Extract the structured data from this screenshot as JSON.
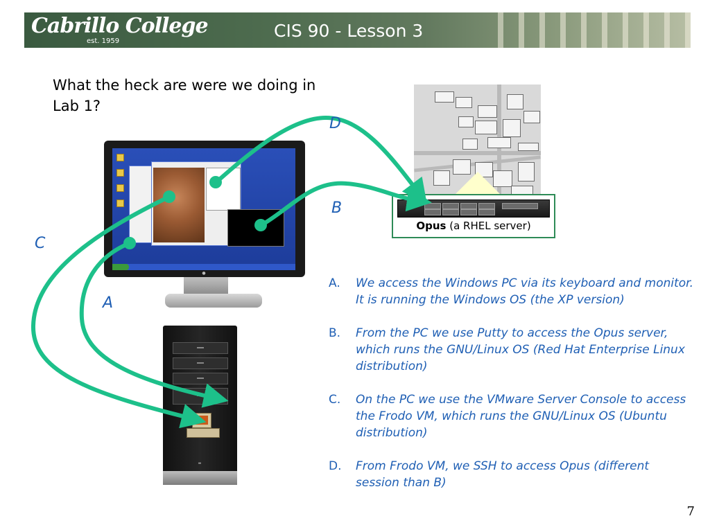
{
  "header": {
    "logo_text": "Cabrillo College",
    "logo_est": "est. 1959",
    "slide_title": "CIS 90 - Lesson 3"
  },
  "question": "What the heck are were we doing in Lab 1?",
  "server": {
    "name": "Opus",
    "description": "(a RHEL server)"
  },
  "labels": {
    "a": "A",
    "b": "B",
    "c": "C",
    "d": "D"
  },
  "list": [
    {
      "marker": "A.",
      "text": "We access the Windows PC via its keyboard and monitor.  It is running the Windows OS (the XP version)"
    },
    {
      "marker": "B.",
      "text": "From the PC we use Putty to access the Opus server, which runs the GNU/Linux OS (Red Hat Enterprise Linux distribution)"
    },
    {
      "marker": "C.",
      "text": "On the PC we use the VMware Server Console to access the Frodo VM, which runs the GNU/Linux OS (Ubuntu distribution)"
    },
    {
      "marker": "D.",
      "text": "From Frodo VM, we SSH to access Opus (different session than B)"
    }
  ],
  "page_number": "7",
  "colors": {
    "arrow": "#1dc08a",
    "accent_text": "#1f5fb4",
    "border_green": "#2e8b57"
  }
}
